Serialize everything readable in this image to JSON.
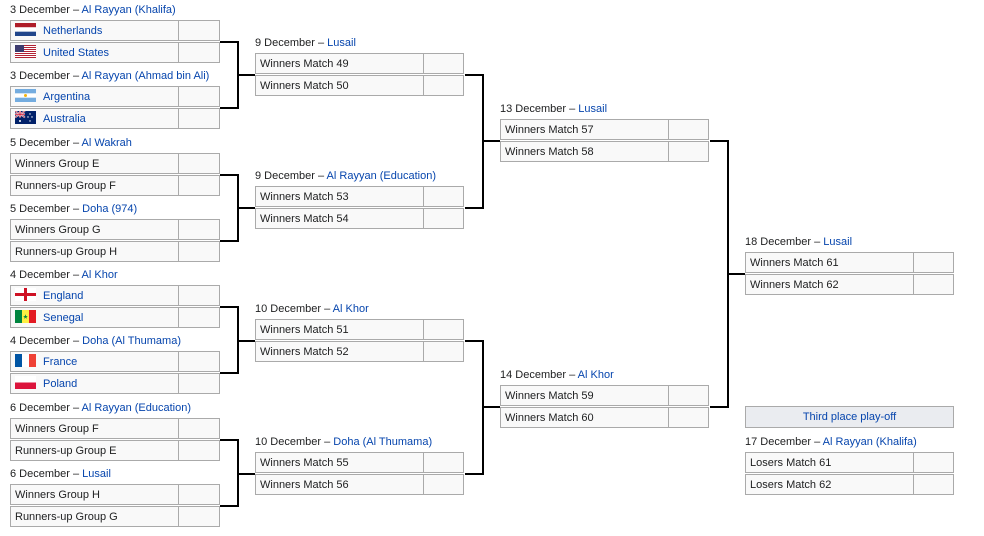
{
  "r16": [
    {
      "date": "3 December",
      "venue": "Al Rayyan (Khalifa)",
      "teams": [
        {
          "name": "Netherlands",
          "flag": "netherlands-flag-icon",
          "link": true
        },
        {
          "name": "United States",
          "flag": "usa-flag-icon",
          "link": true
        }
      ]
    },
    {
      "date": "3 December",
      "venue": "Al Rayyan (Ahmad bin Ali)",
      "teams": [
        {
          "name": "Argentina",
          "flag": "argentina-flag-icon",
          "link": true
        },
        {
          "name": "Australia",
          "flag": "australia-flag-icon",
          "link": true
        }
      ]
    },
    {
      "date": "5 December",
      "venue": "Al Wakrah",
      "teams": [
        {
          "name": "Winners Group E"
        },
        {
          "name": "Runners-up Group F"
        }
      ]
    },
    {
      "date": "5 December",
      "venue": "Doha (974)",
      "teams": [
        {
          "name": "Winners Group G"
        },
        {
          "name": "Runners-up Group H"
        }
      ]
    },
    {
      "date": "4 December",
      "venue": "Al Khor",
      "teams": [
        {
          "name": "England",
          "flag": "england-flag-icon",
          "link": true
        },
        {
          "name": "Senegal",
          "flag": "senegal-flag-icon",
          "link": true
        }
      ]
    },
    {
      "date": "4 December",
      "venue": "Doha (Al Thumama)",
      "teams": [
        {
          "name": "France",
          "flag": "france-flag-icon",
          "link": true
        },
        {
          "name": "Poland",
          "flag": "poland-flag-icon",
          "link": true
        }
      ]
    },
    {
      "date": "6 December",
      "venue": "Al Rayyan (Education)",
      "teams": [
        {
          "name": "Winners Group F"
        },
        {
          "name": "Runners-up Group E"
        }
      ]
    },
    {
      "date": "6 December",
      "venue": "Lusail",
      "teams": [
        {
          "name": "Winners Group H"
        },
        {
          "name": "Runners-up Group G"
        }
      ]
    }
  ],
  "qf": [
    {
      "date": "9 December",
      "venue": "Lusail",
      "teams": [
        {
          "name": "Winners Match 49"
        },
        {
          "name": "Winners Match 50"
        }
      ]
    },
    {
      "date": "9 December",
      "venue": "Al Rayyan (Education)",
      "teams": [
        {
          "name": "Winners Match 53"
        },
        {
          "name": "Winners Match 54"
        }
      ]
    },
    {
      "date": "10 December",
      "venue": "Al Khor",
      "teams": [
        {
          "name": "Winners Match 51"
        },
        {
          "name": "Winners Match 52"
        }
      ]
    },
    {
      "date": "10 December",
      "venue": "Doha (Al Thumama)",
      "teams": [
        {
          "name": "Winners Match 55"
        },
        {
          "name": "Winners Match 56"
        }
      ]
    }
  ],
  "sf": [
    {
      "date": "13 December",
      "venue": "Lusail",
      "teams": [
        {
          "name": "Winners Match 57"
        },
        {
          "name": "Winners Match 58"
        }
      ]
    },
    {
      "date": "14 December",
      "venue": "Al Khor",
      "teams": [
        {
          "name": "Winners Match 59"
        },
        {
          "name": "Winners Match 60"
        }
      ]
    }
  ],
  "final": [
    {
      "date": "18 December",
      "venue": "Lusail",
      "teams": [
        {
          "name": "Winners Match 61"
        },
        {
          "name": "Winners Match 62"
        }
      ]
    }
  ],
  "third_place": {
    "label": "Third place play-off",
    "match": {
      "date": "17 December",
      "venue": "Al Rayyan (Khalifa)",
      "teams": [
        {
          "name": "Losers Match 61"
        },
        {
          "name": "Losers Match 62"
        }
      ]
    }
  },
  "separator": " – "
}
